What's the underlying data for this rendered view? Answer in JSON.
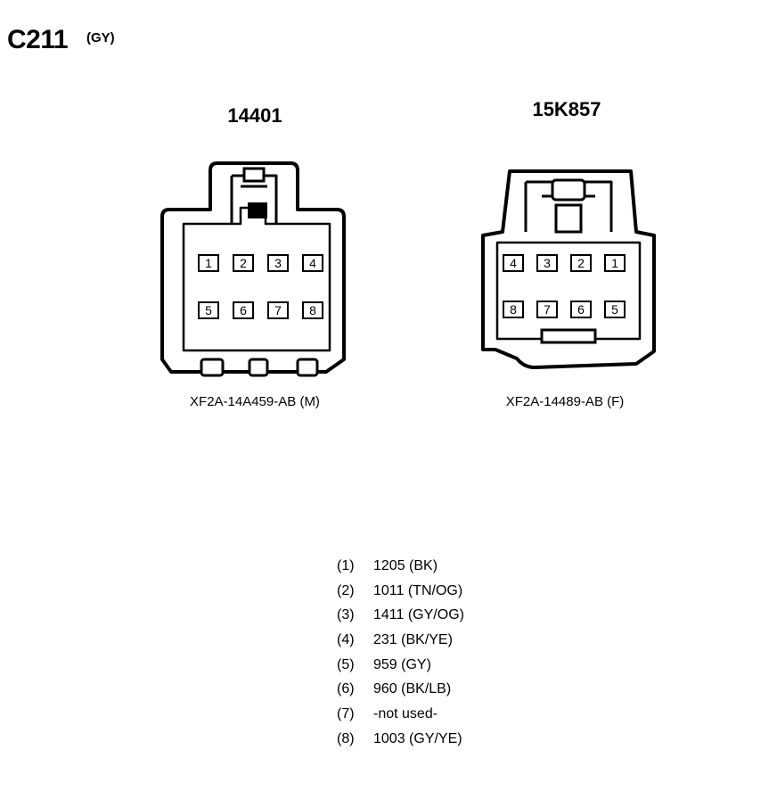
{
  "header": {
    "title": "C211",
    "color_code": "(GY)"
  },
  "connectors": [
    {
      "name": "14401",
      "part_number": "XF2A-14A459-AB (M)",
      "top_row": [
        "1",
        "2",
        "3",
        "4"
      ],
      "bottom_row": [
        "5",
        "6",
        "7",
        "8"
      ]
    },
    {
      "name": "15K857",
      "part_number": "XF2A-14489-AB (F)",
      "top_row": [
        "4",
        "3",
        "2",
        "1"
      ],
      "bottom_row": [
        "8",
        "7",
        "6",
        "5"
      ]
    }
  ],
  "pinout": [
    {
      "pin": "(1)",
      "desc": "1205 (BK)"
    },
    {
      "pin": "(2)",
      "desc": "1011 (TN/OG)"
    },
    {
      "pin": "(3)",
      "desc": "1411 (GY/OG)"
    },
    {
      "pin": "(4)",
      "desc": "231 (BK/YE)"
    },
    {
      "pin": "(5)",
      "desc": "959 (GY)"
    },
    {
      "pin": "(6)",
      "desc": "960 (BK/LB)"
    },
    {
      "pin": "(7)",
      "desc": "-not used-"
    },
    {
      "pin": "(8)",
      "desc": "1003 (GY/YE)"
    }
  ]
}
